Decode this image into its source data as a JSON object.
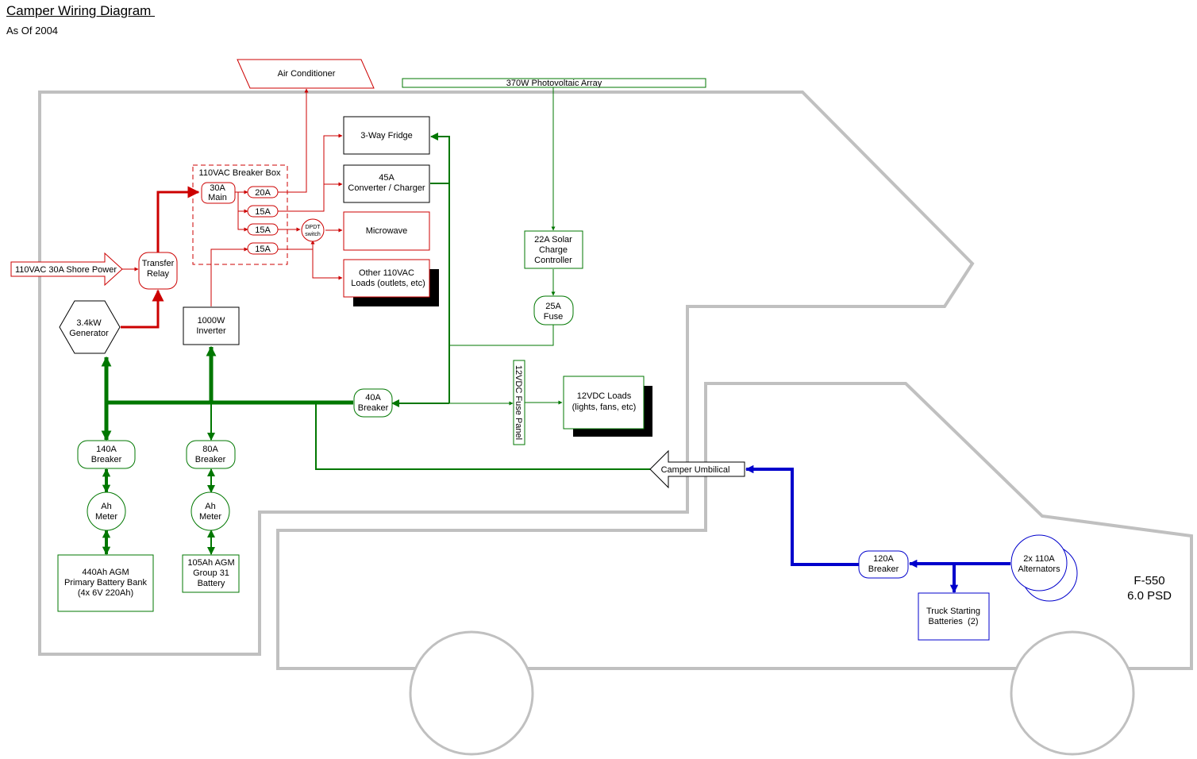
{
  "title": "Camper Wiring Diagram ",
  "subtitle": "As Of 2004",
  "colors": {
    "ac_wiring": "#cc0000",
    "dc_wiring": "#007700",
    "truck_wiring": "#0000cc",
    "outline": "#c0c0c0"
  },
  "nodes": {
    "air_conditioner": "Air Conditioner",
    "pv_array": "370W Photovoltaic Array",
    "fridge": "3-Way Fridge",
    "converter": [
      "45A",
      "Converter / Charger"
    ],
    "microwave": "Microwave",
    "other_ac_loads": [
      "Other 110VAC",
      "Loads (outlets, etc)"
    ],
    "breaker_box": "110VAC Breaker Box",
    "main_breaker": [
      "30A",
      "Main"
    ],
    "breaker_20a": "20A",
    "breaker_15a_1": "15A",
    "breaker_15a_2": "15A",
    "breaker_15a_3": "15A",
    "dpdt_switch": [
      "DPDT",
      "switch"
    ],
    "shore_power": "110VAC 30A Shore Power",
    "transfer_relay": [
      "Transfer",
      "Relay"
    ],
    "generator": [
      "3.4kW",
      "Generator"
    ],
    "inverter": [
      "1000W",
      "Inverter"
    ],
    "solar_controller": [
      "22A Solar",
      "Charge",
      "Controller"
    ],
    "fuse_25a": [
      "25A",
      "Fuse"
    ],
    "breaker_40a": [
      "40A",
      "Breaker"
    ],
    "fuse_panel": "12VDC Fuse Panel",
    "dc_loads": [
      "12VDC Loads",
      "(lights, fans, etc)"
    ],
    "breaker_140a": [
      "140A",
      "Breaker"
    ],
    "breaker_80a": [
      "80A",
      "Breaker"
    ],
    "ah_meter_1": [
      "Ah",
      "Meter"
    ],
    "ah_meter_2": [
      "Ah",
      "Meter"
    ],
    "primary_bank": [
      "440Ah AGM",
      "Primary Battery Bank",
      "(4x 6V 220Ah)"
    ],
    "agm_battery": [
      "105Ah AGM",
      "Group 31",
      "Battery"
    ],
    "camper_umbilical": "Camper Umbilical",
    "breaker_120a": [
      "120A",
      "Breaker"
    ],
    "alternators": [
      "2x 110A",
      "Alternators"
    ],
    "truck_batteries": [
      "Truck Starting",
      "Batteries  (2)"
    ],
    "truck_model": [
      "F-550",
      "6.0 PSD"
    ]
  }
}
